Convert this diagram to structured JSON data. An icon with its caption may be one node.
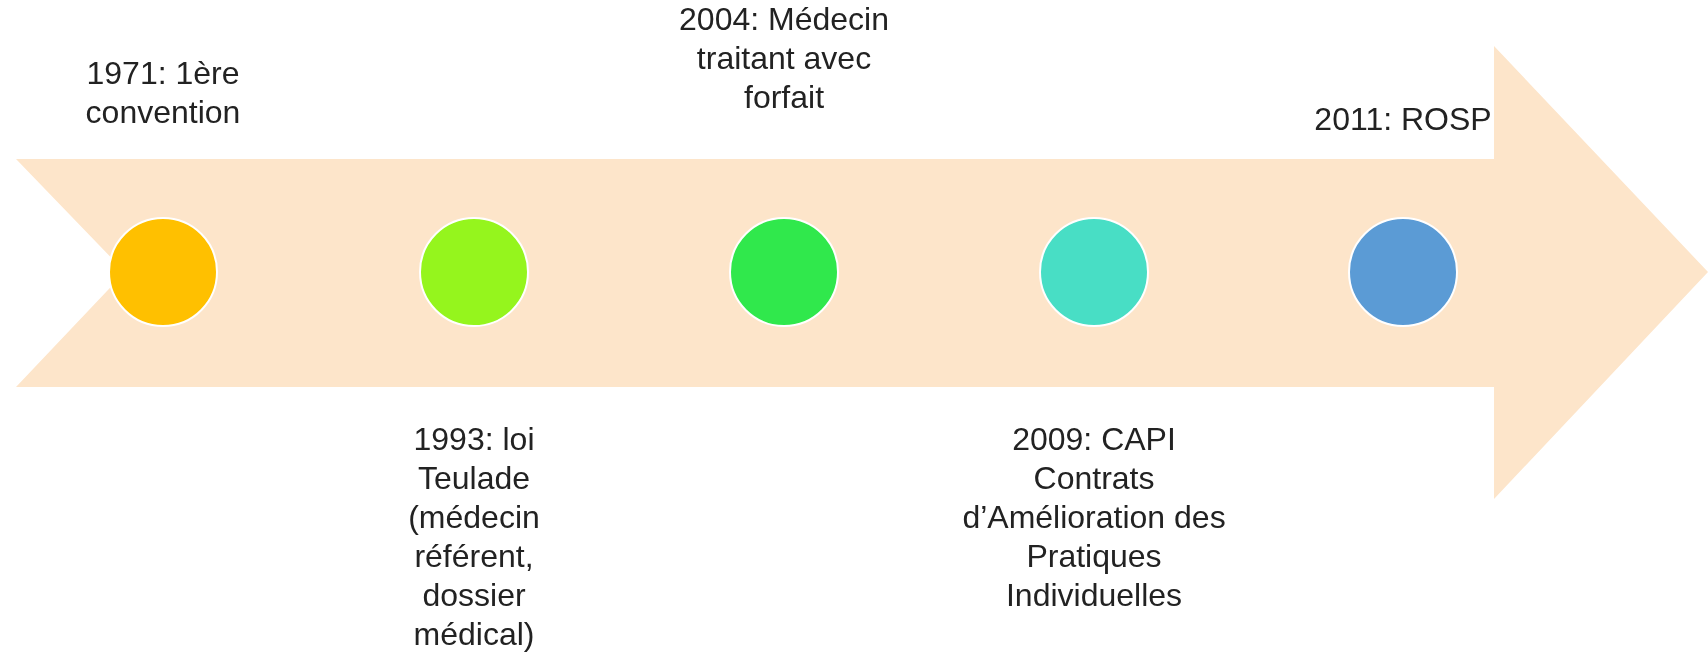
{
  "diagram": {
    "nodes": [
      {
        "text": [],
        "shape": "arrow"
      },
      {
        "text": [],
        "shape": "circle",
        "in": 0,
        "beside": [
          "1971: 1ère convention"
        ]
      },
      {
        "text": [],
        "shape": "circle",
        "in": 0,
        "beside": [
          "1993: loi Teulade (médecin référent, dossier médical)"
        ]
      },
      {
        "text": [],
        "shape": "circle",
        "in": 0,
        "beside": [
          "2004: Médecin traitant avec forfait"
        ]
      },
      {
        "text": [],
        "shape": "circle",
        "in": 0,
        "beside": [
          "2009: CAPI Contrats d’Amélioration des Pratiques Individuelles"
        ]
      },
      {
        "text": [],
        "shape": "circle",
        "in": 0,
        "beside": [
          "2011: ROSP"
        ]
      }
    ]
  }
}
